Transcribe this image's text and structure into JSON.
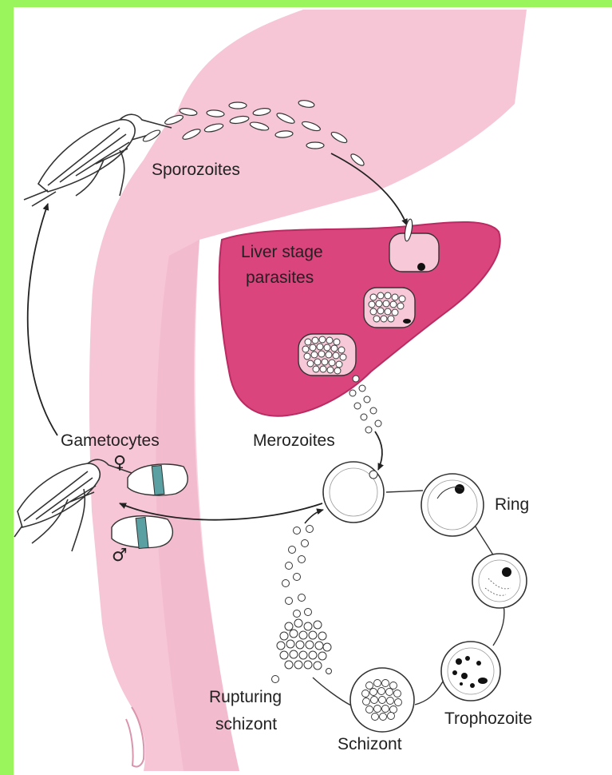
{
  "labels": {
    "sporozoites": "Sporozoites",
    "liver_line1": "Liver stage",
    "liver_line2": "parasites",
    "merozoites": "Merozoites",
    "gametocytes": "Gametocytes",
    "female_symbol": "♀",
    "male_symbol": "♂",
    "ring": "Ring",
    "trophozoite": "Trophozoite",
    "schizont": "Schizont",
    "rupturing_line1": "Rupturing",
    "rupturing_line2": "schizont"
  },
  "colors": {
    "border": "#9af55c",
    "body": "#f6c6d6",
    "body_dark": "#e9a8c0",
    "liver": "#d9457c",
    "liver_dark": "#b92b62",
    "band": "#5aa0a2"
  }
}
